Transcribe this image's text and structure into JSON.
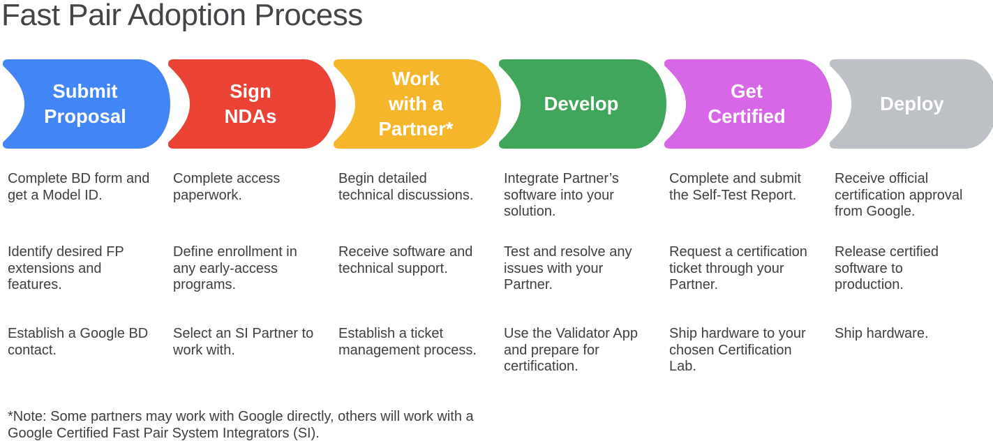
{
  "title": "Fast Pair Adoption Process",
  "note": "*Note: Some partners may work with Google directly, others will work with a\nGoogle Certified Fast Pair System Integrators (SI).",
  "text_colors": {
    "title": "#434649",
    "body": "#3C4043",
    "step_label": "#FFFFFF"
  },
  "steps": [
    {
      "label": "Submit\nProposal",
      "color": "#4285F4",
      "items": [
        "Complete BD form and\nget a Model ID.",
        "Identify desired FP\nextensions and\nfeatures.",
        "Establish a Google BD\ncontact."
      ]
    },
    {
      "label": "Sign\nNDAs",
      "color": "#EA4335",
      "items": [
        "Complete access\npaperwork.",
        "Define enrollment in\nany early-access\nprograms.",
        "Select an SI Partner to\nwork with."
      ]
    },
    {
      "label": "Work\nwith a\nPartner*",
      "color": "#F6B62C",
      "items": [
        "Begin detailed\ntechnical discussions.",
        "Receive software and\ntechnical support.",
        "Establish a ticket\nmanagement process."
      ]
    },
    {
      "label": "Develop",
      "color": "#3FA65C",
      "items": [
        "Integrate Partner’s\nsoftware into your\nsolution.",
        "Test and resolve any\nissues with your\nPartner.",
        "Use the Validator App\nand prepare for\ncertification."
      ]
    },
    {
      "label": "Get\nCertified",
      "color": "#D867E8",
      "items": [
        "Complete and submit\nthe Self-Test Report.",
        "Request a certification\nticket through your\nPartner.",
        "Ship hardware to your\nchosen Certification\nLab."
      ]
    },
    {
      "label": "Deploy",
      "color": "#BDC0C4",
      "items": [
        "Receive official\ncertification approval\nfrom Google.",
        "Release certified\nsoftware to\nproduction.",
        "Ship hardware."
      ]
    }
  ]
}
